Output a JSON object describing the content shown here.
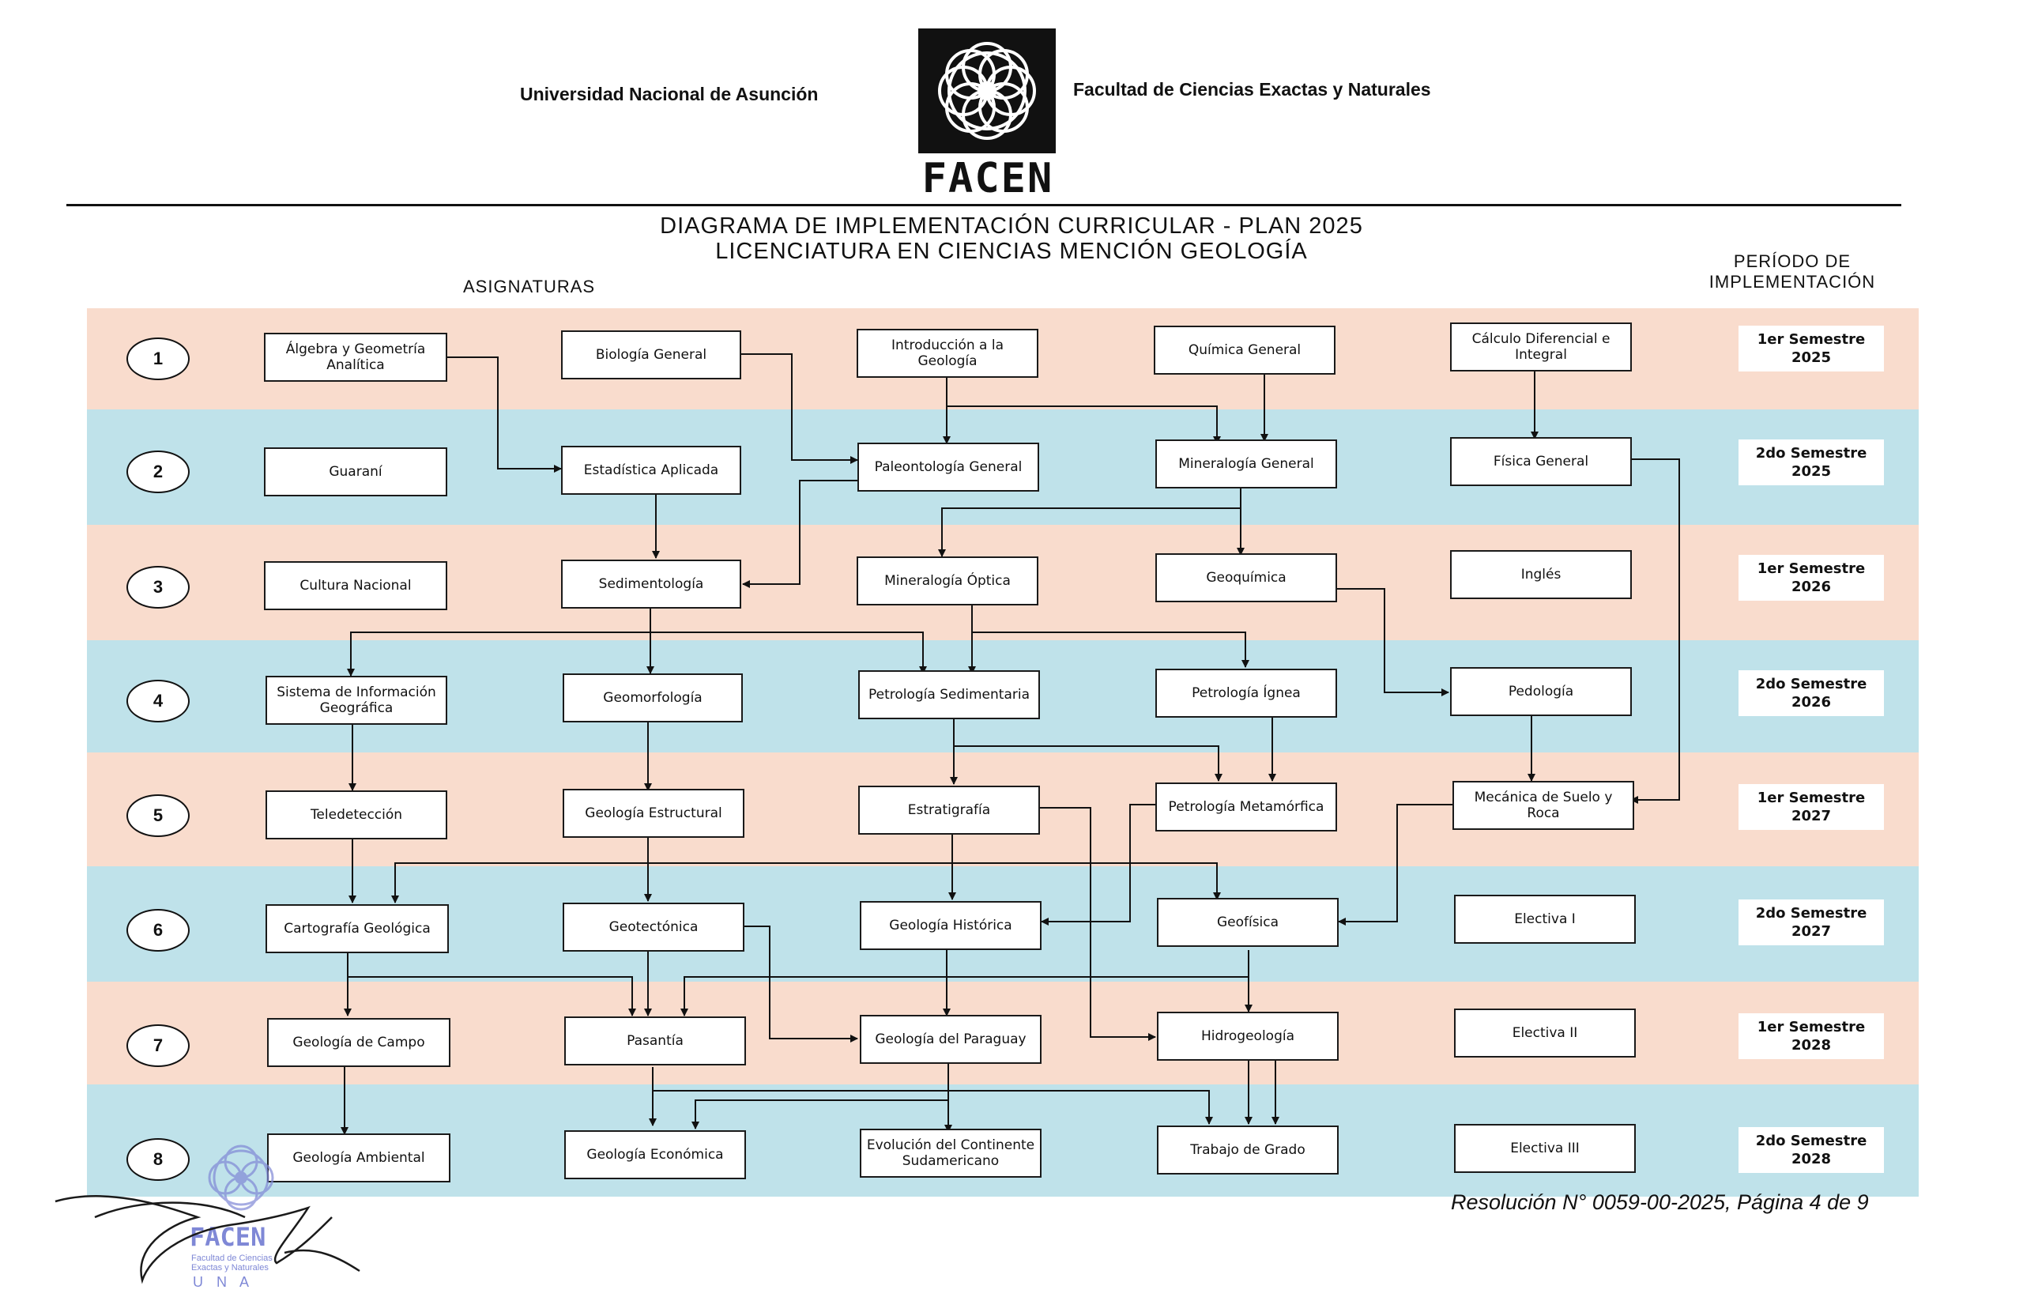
{
  "header": {
    "university": "Universidad Nacional de Asunción",
    "faculty": "Facultad de Ciencias Exactas y Naturales",
    "logo_text": "FACEN"
  },
  "title": {
    "line1": "DIAGRAMA DE IMPLEMENTACIÓN CURRICULAR - PLAN 2025",
    "line2": "LICENCIATURA EN CIENCIAS MENCIÓN GEOLOGÍA"
  },
  "columns": {
    "subjects": "ASIGNATURAS",
    "period_line1": "PERÍODO DE",
    "period_line2": "IMPLEMENTACIÓN"
  },
  "rows": [
    {
      "number": "1",
      "period": "1er Semestre",
      "year": "2025"
    },
    {
      "number": "2",
      "period": "2do Semestre",
      "year": "2025"
    },
    {
      "number": "3",
      "period": "1er Semestre",
      "year": "2026"
    },
    {
      "number": "4",
      "period": "2do Semestre",
      "year": "2026"
    },
    {
      "number": "5",
      "period": "1er Semestre",
      "year": "2027"
    },
    {
      "number": "6",
      "period": "2do Semestre",
      "year": "2027"
    },
    {
      "number": "7",
      "period": "1er Semestre",
      "year": "2028"
    },
    {
      "number": "8",
      "period": "2do Semestre",
      "year": "2028"
    }
  ],
  "subjects": {
    "algebra": "Álgebra y Geometría Analítica",
    "biologia": "Biología General",
    "introduccion": "Introducción a la Geología",
    "quimica": "Química General",
    "calculo": "Cálculo Diferencial e Integral",
    "guarani": "Guaraní",
    "estadistica": "Estadística Aplicada",
    "paleontologia": "Paleontología General",
    "mineralogia_general": "Mineralogía General",
    "fisica": "Física General",
    "cultura": "Cultura Nacional",
    "sedimentologia": "Sedimentología",
    "mineralogia_optica": "Mineralogía Óptica",
    "geoquimica": "Geoquímica",
    "ingles": "Inglés",
    "sig": "Sistema de Información Geográfica",
    "geomorfologia": "Geomorfología",
    "petrologia_sed": "Petrología Sedimentaria",
    "petrologia_ignea": "Petrología Ígnea",
    "pedologia": "Pedología",
    "teledeteccion": "Teledetección",
    "geologia_estructural": "Geología Estructural",
    "estratigrafia": "Estratigrafía",
    "petrologia_meta": "Petrología Metamórfica",
    "mecanica": "Mecánica de Suelo y Roca",
    "cartografia": "Cartografía Geológica",
    "geotectonica": "Geotectónica",
    "geologia_historica": "Geología Histórica",
    "geofisica": "Geofísica",
    "electiva1": "Electiva I",
    "geologia_campo": "Geología de Campo",
    "pasantia": "Pasantía",
    "geologia_paraguay": "Geología del Paraguay",
    "hidrogeologia": "Hidrogeología",
    "electiva2": "Electiva II",
    "geologia_ambiental": "Geología Ambiental",
    "geologia_economica": "Geología Económica",
    "evolucion": "Evolución del Continente Sudamericano",
    "trabajo_grado": "Trabajo de Grado",
    "electiva3": "Electiva III"
  },
  "footer": {
    "resolution": "Resolución N° 0059-00-2025, Página 4 de 9",
    "stamp_brand": "FACEN",
    "stamp_line1": "Facultad de Ciencias",
    "stamp_line2": "Exactas y Naturales",
    "stamp_line3": "U N A"
  }
}
